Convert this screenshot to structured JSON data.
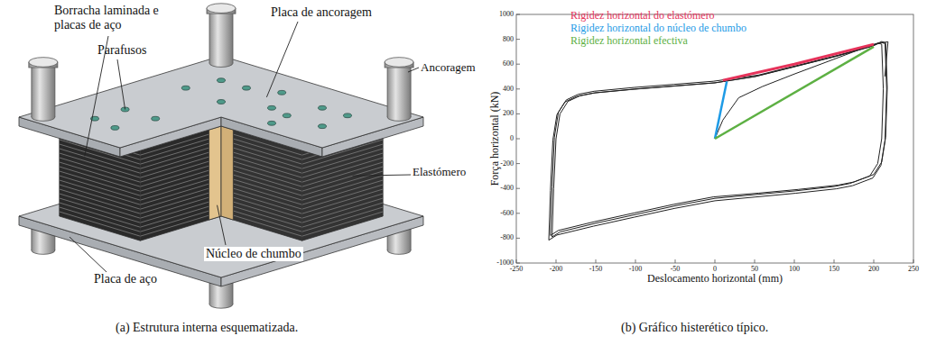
{
  "diagram": {
    "labels": [
      "Borracha laminada e placas de aço",
      "Placa de ancoragem",
      "Parafusos",
      "Ancoragem",
      "Elastómero",
      "Núcleo de chumbo",
      "Placa de aço",
      "(a) Estrutura interna esquematizada.",
      "(b) Gráfico histerético típico.",
      "Força horizontal (kN)",
      "Deslocamento horizontal (mm)",
      "1000",
      "800",
      "600",
      "400",
      "200",
      "0",
      "-200",
      "-400",
      "-600",
      "-800",
      "-1000",
      "-250",
      "-200",
      "-150",
      "-100",
      "-50",
      "0",
      "50",
      "100",
      "150",
      "200",
      "250"
    ],
    "legend": [
      {
        "text": "Rigidez horizontal do elastómero",
        "color": "#e6325a"
      },
      {
        "text": "Rigidez horizontal do núcleo de chumbo",
        "color": "#1e9be6"
      },
      {
        "text": "Rigidez horizontal efectiva",
        "color": "#5db043"
      }
    ]
  }
}
